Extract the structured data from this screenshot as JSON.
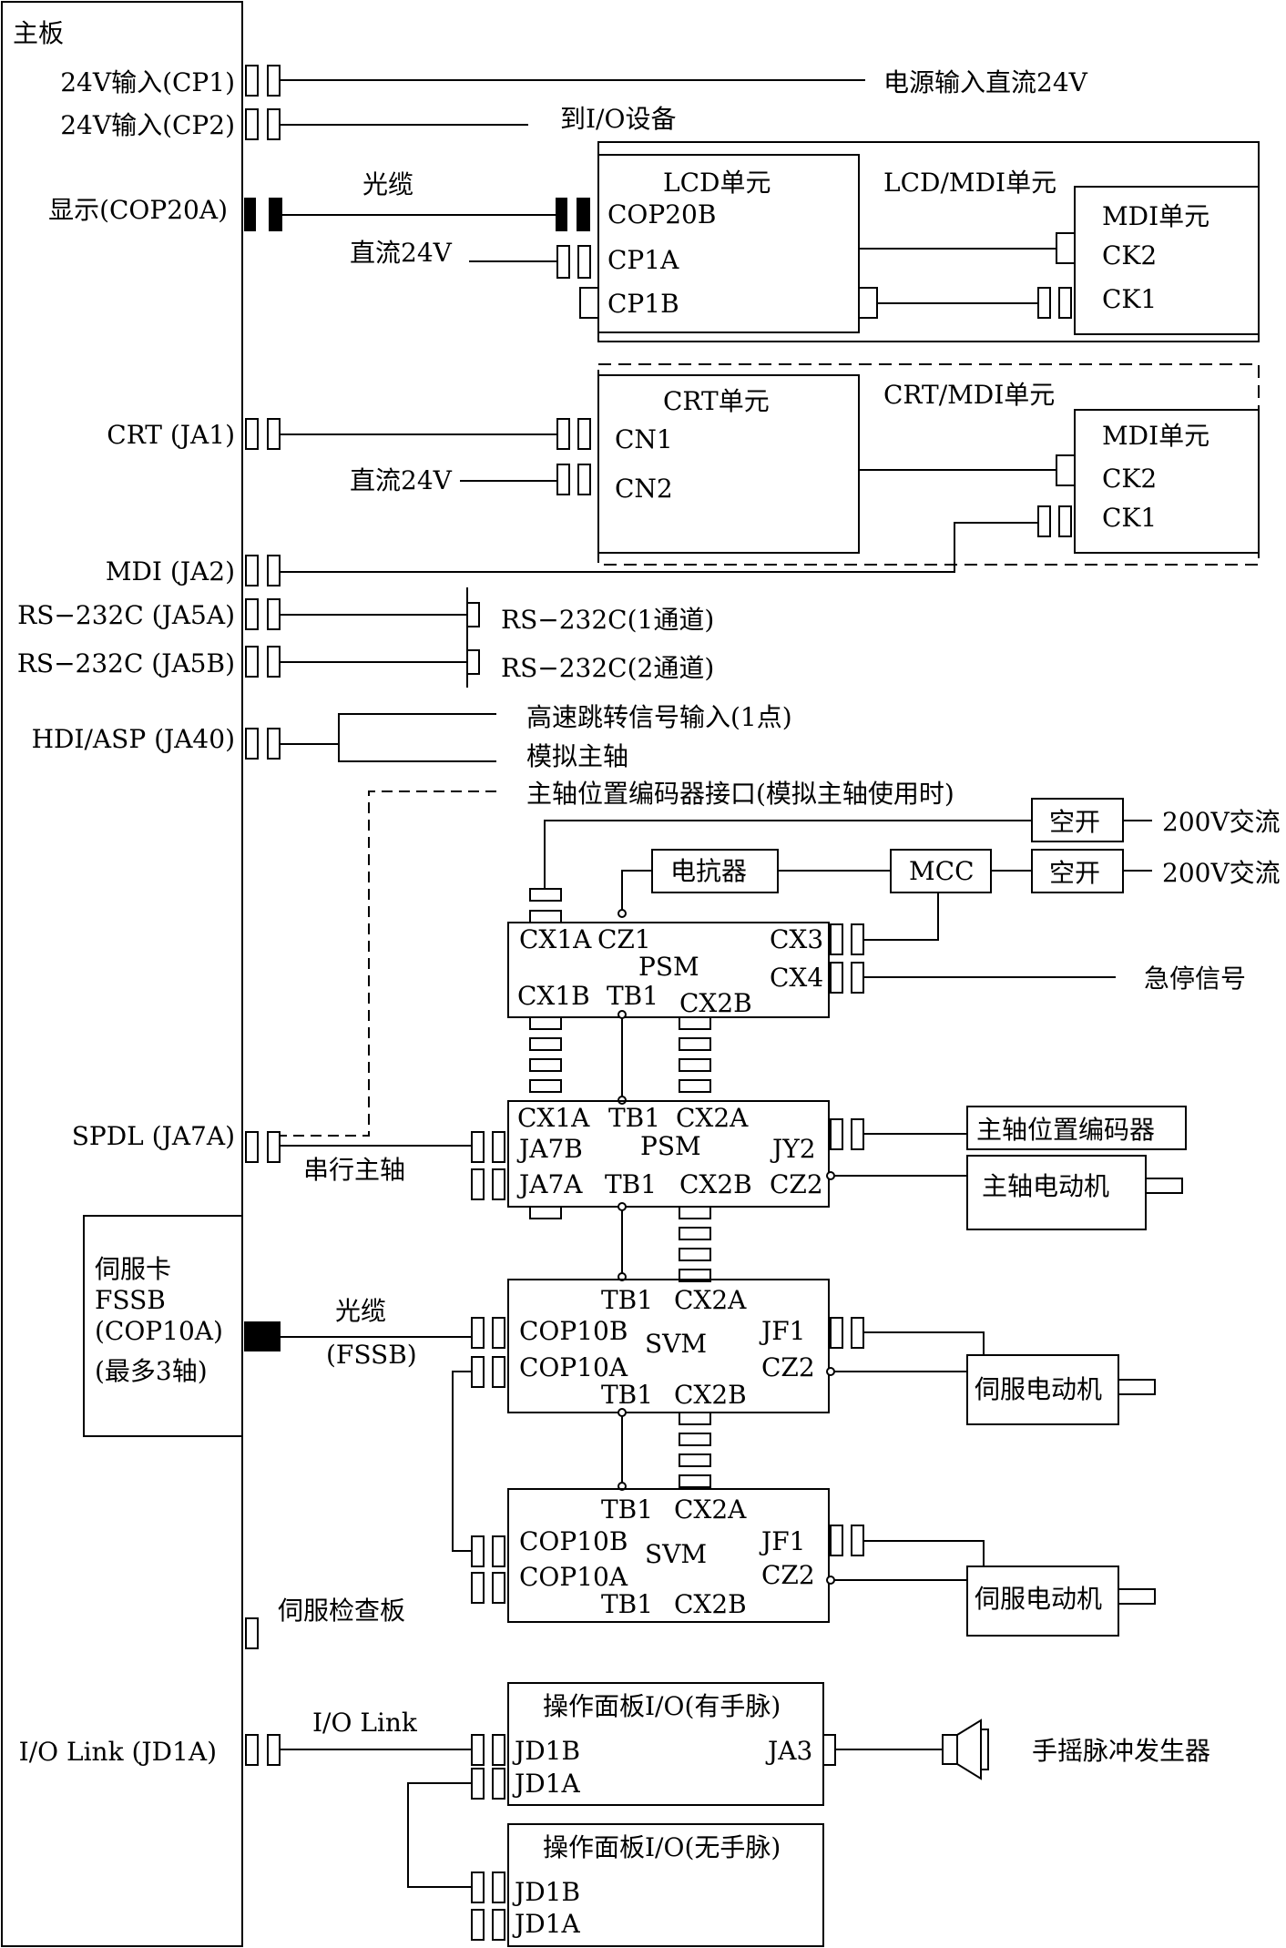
{
  "mainboard": {
    "title": "主板",
    "ports": {
      "cp1": "24V输入(CP1)",
      "cp2": "24V输入(CP2)",
      "cop20a": "显示(COP20A)",
      "ja1": "CRT (JA1)",
      "ja2": "MDI (JA2)",
      "ja5a": "RS−232C (JA5A)",
      "ja5b": "RS−232C (JA5B)",
      "ja40": "HDI/ASP (JA40)",
      "ja7a": "SPDL (JA7A)",
      "servo_check": "伺服检查板",
      "jd1a": "I/O Link (JD1A)"
    },
    "servo_card": {
      "line1": "伺服卡",
      "line2": "FSSB",
      "line3": "(COP10A)",
      "line4": "(最多3轴)"
    }
  },
  "power": {
    "dc24_input": "电源输入直流24V",
    "to_io": "到I/O设备",
    "dc24": "直流24V",
    "ac200_1": "200V交流",
    "ac200_2": "200V交流"
  },
  "cables": {
    "optical": "光缆",
    "optical_fssb": "光缆",
    "fssb": "(FSSB)",
    "serial_spindle": "串行主轴",
    "io_link": "I/O Link"
  },
  "lcd_mdi": {
    "group": "LCD/MDI单元",
    "lcd_unit": "LCD单元",
    "cop20b": "COP20B",
    "cp1a": "CP1A",
    "cp1b": "CP1B",
    "mdi_unit": "MDI单元",
    "ck2": "CK2",
    "ck1": "CK1"
  },
  "crt_mdi": {
    "group": "CRT/MDI单元",
    "crt_unit": "CRT单元",
    "cn1": "CN1",
    "cn2": "CN2",
    "mdi_unit": "MDI单元",
    "ck2": "CK2",
    "ck1": "CK1"
  },
  "rs232": {
    "ch1": "RS−232C(1通道)",
    "ch2": "RS−232C(2通道)"
  },
  "ja40_outputs": {
    "skip": "高速跳转信号输入(1点)",
    "analog": "模拟主轴",
    "encoder_if": "主轴位置编码器接口(模拟主轴使用时)"
  },
  "psm": {
    "breaker1": "空开",
    "breaker2": "空开",
    "reactor": "电抗器",
    "mcc": "MCC",
    "name": "PSM",
    "cx1a": "CX1A",
    "cz1": "CZ1",
    "cx3": "CX3",
    "cx4": "CX4",
    "cx1b": "CX1B",
    "tb1": "TB1",
    "cx2b": "CX2B",
    "estop": "急停信号"
  },
  "spm": {
    "name": "PSM",
    "cx1a": "CX1A",
    "tb1_top": "TB1",
    "cx2a": "CX2A",
    "ja7b": "JA7B",
    "jy2": "JY2",
    "ja7a": "JA7A",
    "tb1_bot": "TB1",
    "cx2b": "CX2B",
    "cz2": "CZ2",
    "encoder": "主轴位置编码器",
    "motor": "主轴电动机"
  },
  "svm1": {
    "name": "SVM",
    "tb1_top": "TB1",
    "cx2a": "CX2A",
    "cop10b": "COP10B",
    "jf1": "JF1",
    "cop10a": "COP10A",
    "cz2": "CZ2",
    "tb1_bot": "TB1",
    "cx2b": "CX2B",
    "motor": "伺服电动机"
  },
  "svm2": {
    "name": "SVM",
    "tb1_top": "TB1",
    "cx2a": "CX2A",
    "cop10b": "COP10B",
    "jf1": "JF1",
    "cop10a": "COP10A",
    "cz2": "CZ2",
    "tb1_bot": "TB1",
    "cx2b": "CX2B",
    "motor": "伺服电动机"
  },
  "io1": {
    "title": "操作面板I/O(有手脉)",
    "jd1b": "JD1B",
    "jd1a": "JD1A",
    "ja3": "JA3",
    "mpg": "手摇脉冲发生器"
  },
  "io2": {
    "title": "操作面板I/O(无手脉)",
    "jd1b": "JD1B",
    "jd1a": "JD1A"
  }
}
